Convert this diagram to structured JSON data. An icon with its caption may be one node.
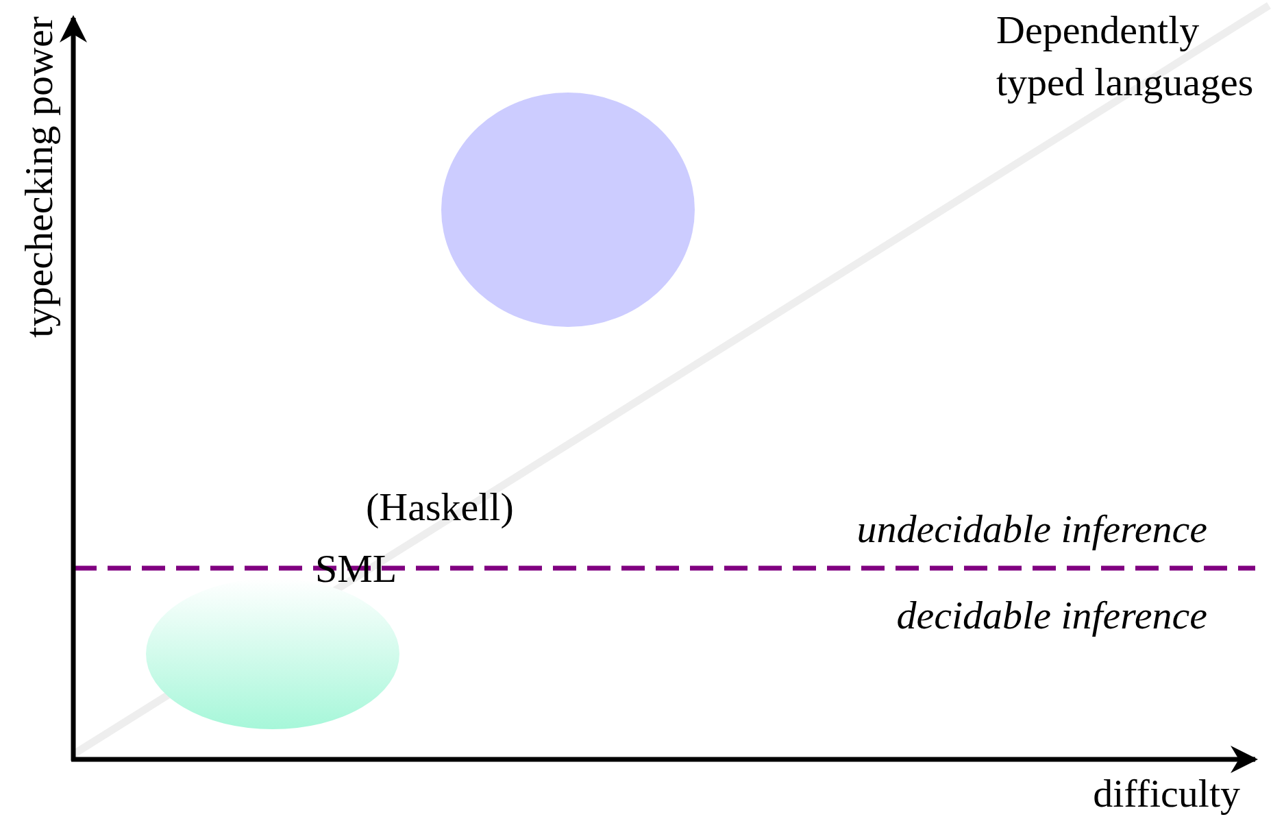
{
  "diagram": {
    "nodes": [
      {
        "text": [],
        "shape": "ellipse"
      },
      {
        "text": [],
        "shape": "ellipse"
      }
    ],
    "labels": [
      "typechecking power",
      "difficulty",
      "Dependently typed languages",
      "(Haskell)",
      "SML",
      "undecidable inference",
      "decidable inference"
    ]
  }
}
